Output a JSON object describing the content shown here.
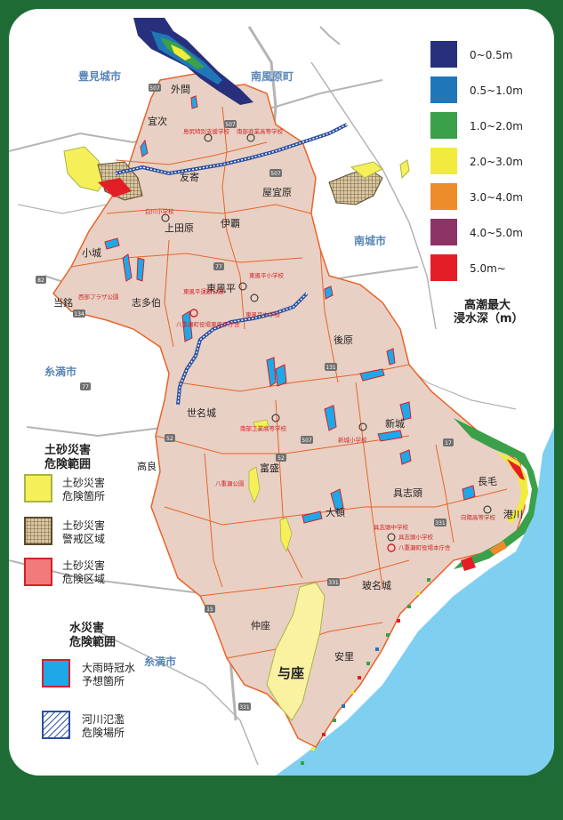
{
  "map": {
    "cities": {
      "tomigusuku": "豊見城市",
      "haebaru": "南風原町",
      "nanjo": "南城市",
      "itoman_upper": "糸満市",
      "itoman_lower": "糸満市"
    },
    "places": {
      "hokama": "外間",
      "gishi": "宜次",
      "tomori": "友寄",
      "yagimori": "屋宜原",
      "uetabaru": "上田原",
      "iba": "伊覇",
      "kogusuku": "小城",
      "tomoribaru": "当銘",
      "shitahaku": "志多伯",
      "higashikazehira": "東風平",
      "kushibaru": "後原",
      "shinjo": "新城",
      "sesanaka": "世名城",
      "takara": "高良",
      "tomisu": "富盛",
      "ooganeku": "大頓",
      "gushichan": "具志頭",
      "nagake": "長毛",
      "minatogawa": "港川",
      "tamagusuku": "玻名城",
      "nakaza": "仲座",
      "asato": "安里",
      "yoza": "与座"
    },
    "facilities": {
      "tomoshiyogo": "島尻特別支援学校",
      "minamikaze": "南部商業高等学校",
      "shiragawa": "白川小学校",
      "higashi_elem": "東風平小学校",
      "higashi_park": "東風平運動公園",
      "nishikaze": "西部プラザ公園",
      "yaese_office": "八重瀬町役場東風平庁舎",
      "higashi_jhs": "東風平中学校",
      "shinjo_elem": "新城小学校",
      "nanbu_kogyo": "南部工業高等学校",
      "yaese_park": "八重瀬公園",
      "gushi_jhs": "具志頭中学校",
      "gushi_elem": "具志頭小学校",
      "gushi_office": "八重瀬町役場本庁舎",
      "koyo_hs": "向陽高等学校"
    },
    "roads": [
      "507",
      "507",
      "507",
      "507",
      "331",
      "331",
      "331",
      "82",
      "52",
      "52",
      "77",
      "77",
      "15",
      "131",
      "134",
      "17"
    ]
  },
  "depth_legend": {
    "title": "高潮最大浸水深（m）",
    "title_line1": "高潮最大",
    "title_line2": "浸水深（m）",
    "items": [
      {
        "label": "0~0.5m",
        "color": "#28307d"
      },
      {
        "label": "0.5~1.0m",
        "color": "#1f77b8"
      },
      {
        "label": "1.0~2.0m",
        "color": "#3aa049"
      },
      {
        "label": "2.0~3.0m",
        "color": "#f1eb3d"
      },
      {
        "label": "3.0~4.0m",
        "color": "#ed8c2b"
      },
      {
        "label": "4.0~5.0m",
        "color": "#8d3366"
      },
      {
        "label": "5.0m~",
        "color": "#e41e26"
      }
    ]
  },
  "hazard_legend": {
    "landslide": {
      "title_line1": "土砂災害",
      "title_line2": "危険範囲",
      "items": [
        {
          "line1": "土砂災害",
          "line2": "危険箇所",
          "color": "#f5f05a",
          "border": "#a8b545"
        },
        {
          "line1": "土砂災害",
          "line2": "警戒区域",
          "color": "#d9c6a0",
          "border": "#5a4a2a"
        },
        {
          "line1": "土砂災害",
          "line2": "危険区域",
          "color": "#f27a7a",
          "border": "#d32028"
        }
      ]
    },
    "water": {
      "title_line1": "水災害",
      "title_line2": "危険範囲",
      "items": [
        {
          "line1": "大雨時冠水",
          "line2": "予想箇所",
          "color": "#1ea8e8",
          "border": "#d32028"
        },
        {
          "line1": "河川氾濫",
          "line2": "危険場所",
          "color": "#ffffff",
          "border": "#2b4fa0"
        }
      ]
    }
  },
  "colors": {
    "town_fill": "#e8d0c4",
    "boundary": "#e8642a",
    "sea": "#7fd0f0",
    "road": "#b0b0b0",
    "river": "#2b4fa0"
  }
}
